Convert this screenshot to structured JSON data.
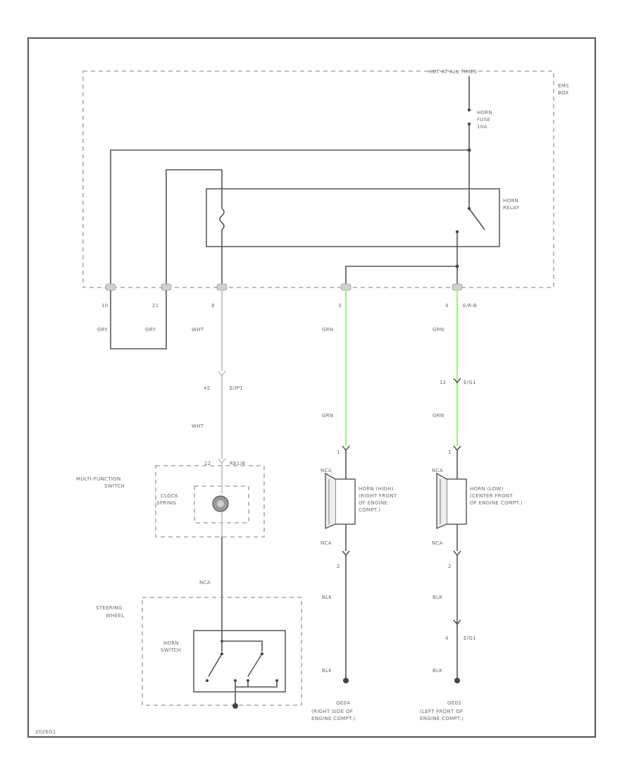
{
  "diagram": {
    "hot_label": "HOT AT ALL TIMES",
    "ems_box": {
      "line1": "EMS",
      "line2": "BOX"
    },
    "horn_fuse": {
      "line1": "HORN",
      "line2": "FUSE",
      "line3": "10A"
    },
    "horn_relay": {
      "line1": "HORN",
      "line2": "RELAY"
    },
    "pins": {
      "p10": "10",
      "p21": "21",
      "p8": "8",
      "p3": "3",
      "p4": "4",
      "p4_conn": "E/R-B"
    },
    "wire_colors": {
      "p10": "GRY",
      "p21": "GRY",
      "p8": "WHT",
      "p3_top": "GRN",
      "p4_top": "GRN",
      "p8_mid": "WHT",
      "p3_mid": "GRN",
      "p4_mid": "GRN",
      "clock_out": "NCA",
      "horn_high_out": "NCA",
      "horn_low_out": "NCA",
      "horn_high_gnd": "BLK",
      "horn_low_gnd": "BLK",
      "horn_high_bottom": "BLK",
      "horn_low_bottom": "BLK"
    },
    "connectors": {
      "c1_pin": "42",
      "c1_name": "E/IP1",
      "c2_pin": "12",
      "c2_name": "RE1/8",
      "c3_pin": "12",
      "c3_name": "E/G1",
      "c4_pin": "4",
      "c4_name": "E/G1",
      "horn_high_pin_top": "1",
      "horn_high_pin_bot": "2",
      "horn_low_pin_top": "1",
      "horn_low_pin_bot": "2"
    },
    "multifunction_switch": {
      "line1": "MULTI-FUNCTION",
      "line2": "SWITCH"
    },
    "clock_spring": {
      "line1": "CLOCK",
      "line2": "SPRING"
    },
    "steering_wheel": {
      "line1": "STEERING",
      "line2": "WHEEL"
    },
    "horn_switch": {
      "line1": "HORN",
      "line2": "SWITCH"
    },
    "horn_high": {
      "line1": "HORN (HIGH)",
      "line2": "(RIGHT FRONT",
      "line3": "OF ENGINE",
      "line4": "COMPT.)"
    },
    "horn_low": {
      "line1": "HORN (LOW)",
      "line2": "(CENTER FRONT",
      "line3": "OF ENGINE COMPT.)"
    },
    "ground_1": {
      "id": "GE04",
      "line1": "(RIGHT SIDE OF",
      "line2": "ENGINE COMPT.)"
    },
    "ground_2": {
      "id": "GE02",
      "line1": "(LEFT FRONT OF",
      "line2": "ENGINE COMPT.)"
    },
    "footer_code": "2026G1"
  }
}
